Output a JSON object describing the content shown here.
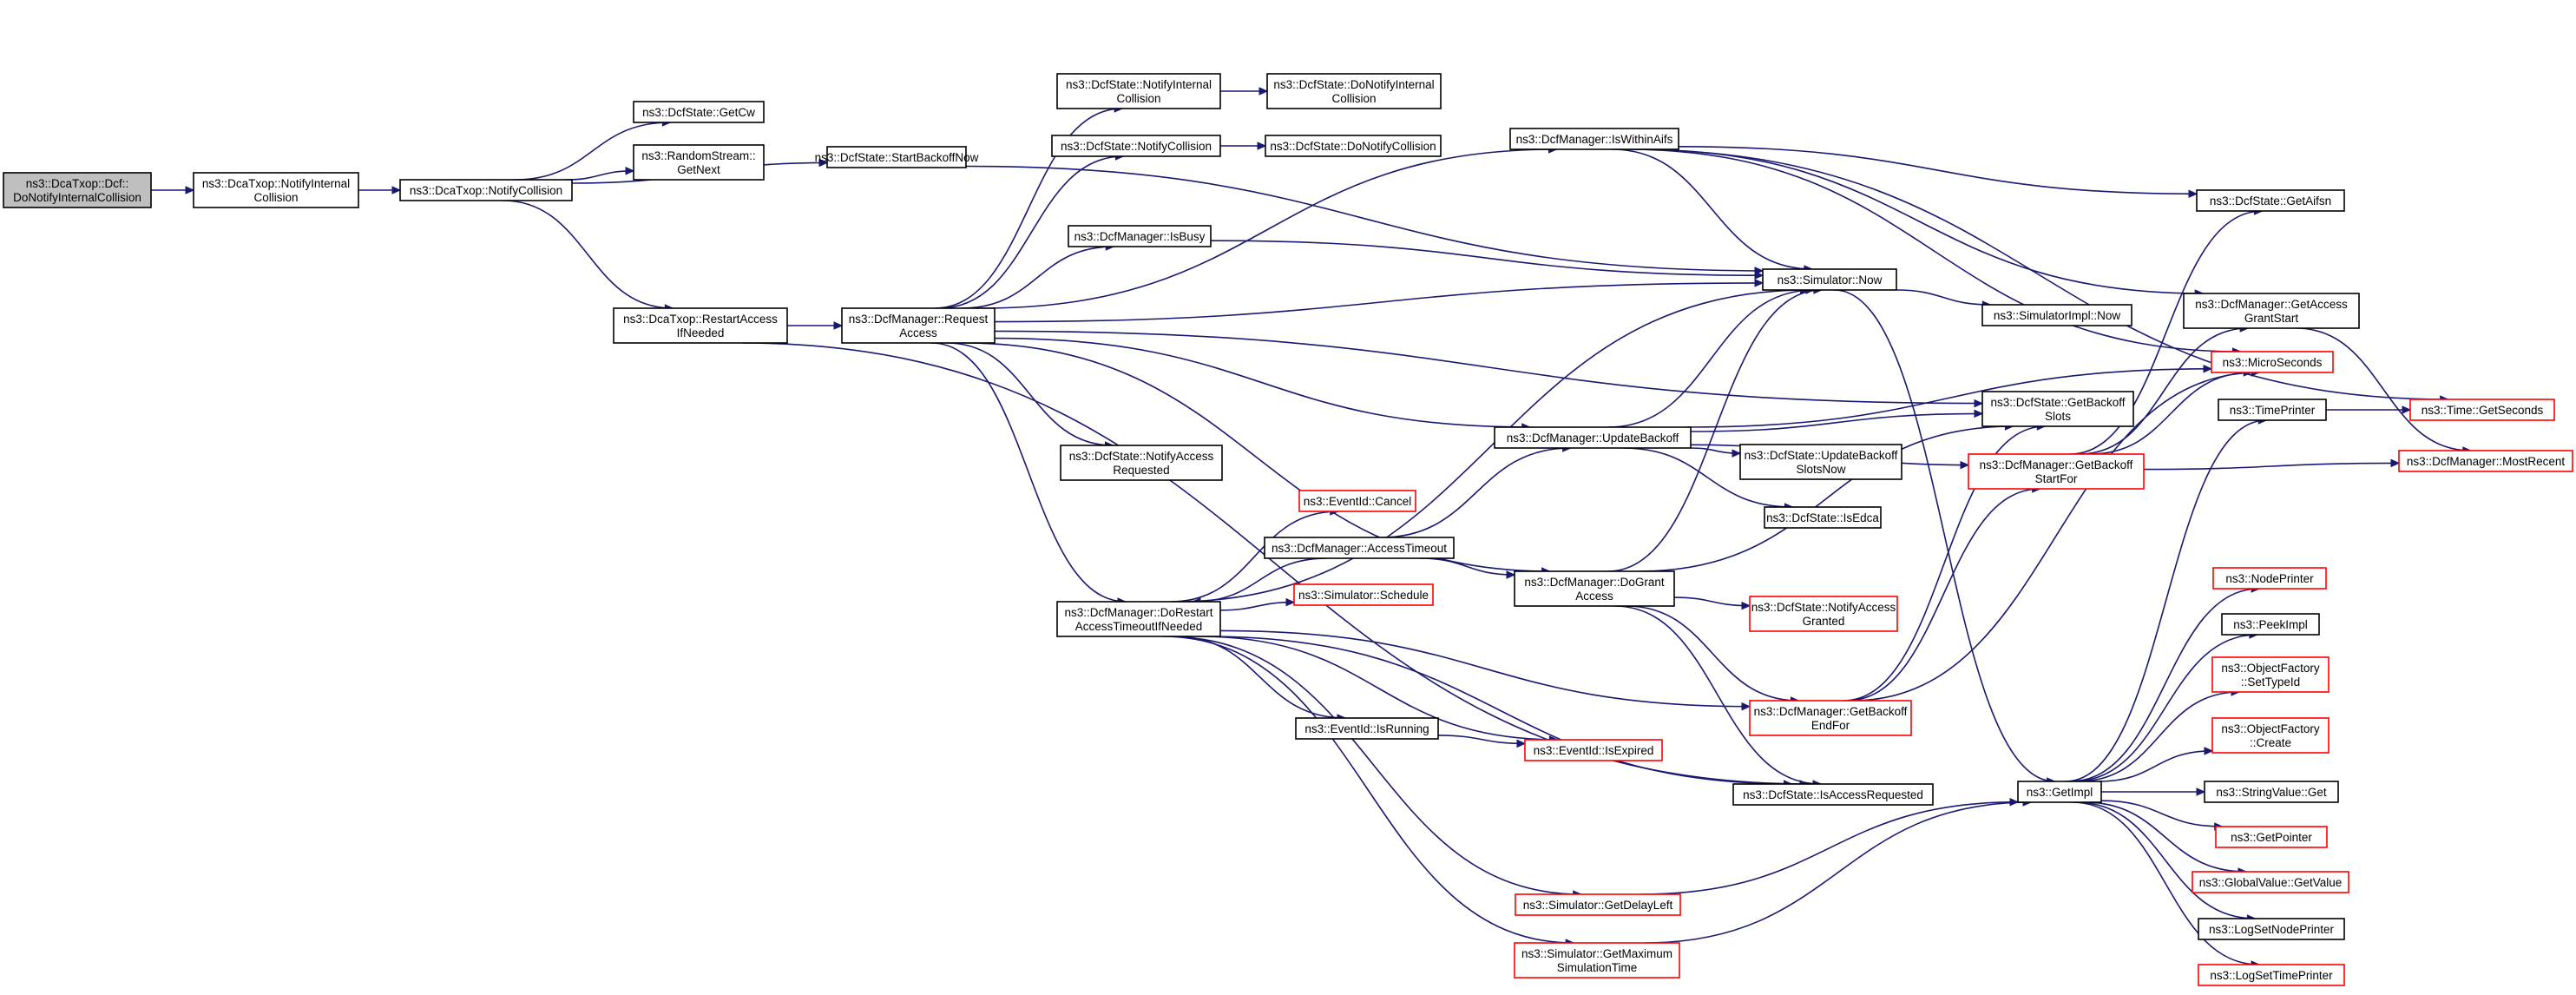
{
  "nodes": {
    "root": {
      "lines": [
        "ns3::DcaTxop::Dcf::",
        "DoNotifyInternalCollision"
      ]
    },
    "notifyInternal": {
      "lines": [
        "ns3::DcaTxop::NotifyInternal",
        "Collision"
      ]
    },
    "notifyCollision": {
      "lines": [
        "ns3::DcaTxop::NotifyCollision"
      ]
    },
    "getCw": {
      "lines": [
        "ns3::DcfState::GetCw"
      ]
    },
    "randomGetNext": {
      "lines": [
        "ns3::RandomStream::",
        "GetNext"
      ]
    },
    "restartAccess": {
      "lines": [
        "ns3::DcaTxop::RestartAccess",
        "IfNeeded"
      ]
    },
    "startBackoffNow": {
      "lines": [
        "ns3::DcfState::StartBackoffNow"
      ]
    },
    "requestAccess": {
      "lines": [
        "ns3::DcfManager::Request",
        "Access"
      ]
    },
    "stNotifyInternal": {
      "lines": [
        "ns3::DcfState::NotifyInternal",
        "Collision"
      ]
    },
    "stDoNotifyInternal": {
      "lines": [
        "ns3::DcfState::DoNotifyInternal",
        "Collision"
      ]
    },
    "stNotifyCollision": {
      "lines": [
        "ns3::DcfState::NotifyCollision"
      ]
    },
    "stDoNotifyCollision": {
      "lines": [
        "ns3::DcfState::DoNotifyCollision"
      ]
    },
    "isBusy": {
      "lines": [
        "ns3::DcfManager::IsBusy"
      ]
    },
    "isWithinAifs": {
      "lines": [
        "ns3::DcfManager::IsWithinAifs"
      ]
    },
    "simNow": {
      "lines": [
        "ns3::Simulator::Now"
      ]
    },
    "simImplNow": {
      "lines": [
        "ns3::SimulatorImpl::Now"
      ]
    },
    "getAifsn": {
      "lines": [
        "ns3::DcfState::GetAifsn"
      ]
    },
    "getAccessGrantStart": {
      "lines": [
        "ns3::DcfManager::GetAccess",
        "GrantStart"
      ]
    },
    "microSeconds": {
      "lines": [
        "ns3::MicroSeconds"
      ]
    },
    "timePrinter": {
      "lines": [
        "ns3::TimePrinter"
      ]
    },
    "timeGetSeconds": {
      "lines": [
        "ns3::Time::GetSeconds"
      ]
    },
    "mostRecent": {
      "lines": [
        "ns3::DcfManager::MostRecent"
      ]
    },
    "getBackoffSlots": {
      "lines": [
        "ns3::DcfState::GetBackoff",
        "Slots"
      ]
    },
    "updateBackoff": {
      "lines": [
        "ns3::DcfManager::UpdateBackoff"
      ]
    },
    "updateBackoffSlotsNow": {
      "lines": [
        "ns3::DcfState::UpdateBackoff",
        "SlotsNow"
      ]
    },
    "isEdca": {
      "lines": [
        "ns3::DcfState::IsEdca"
      ]
    },
    "getBackoffStartFor": {
      "lines": [
        "ns3::DcfManager::GetBackoff",
        "StartFor"
      ]
    },
    "notifyAccessRequested": {
      "lines": [
        "ns3::DcfState::NotifyAccess",
        "Requested"
      ]
    },
    "eventCancel": {
      "lines": [
        "ns3::EventId::Cancel"
      ]
    },
    "accessTimeout": {
      "lines": [
        "ns3::DcfManager::AccessTimeout"
      ]
    },
    "simSchedule": {
      "lines": [
        "ns3::Simulator::Schedule"
      ]
    },
    "doGrantAccess": {
      "lines": [
        "ns3::DcfManager::DoGrant",
        "Access"
      ]
    },
    "notifyAccessGranted": {
      "lines": [
        "ns3::DcfState::NotifyAccess",
        "Granted"
      ]
    },
    "doRestartTimeout": {
      "lines": [
        "ns3::DcfManager::DoRestart",
        "AccessTimeoutIfNeeded"
      ]
    },
    "getBackoffEndFor": {
      "lines": [
        "ns3::DcfManager::GetBackoff",
        "EndFor"
      ]
    },
    "eventIsRunning": {
      "lines": [
        "ns3::EventId::IsRunning"
      ]
    },
    "eventIsExpired": {
      "lines": [
        "ns3::EventId::IsExpired"
      ]
    },
    "isAccessRequested": {
      "lines": [
        "ns3::DcfState::IsAccessRequested"
      ]
    },
    "getImpl": {
      "lines": [
        "ns3::GetImpl"
      ]
    },
    "nodePrinter": {
      "lines": [
        "ns3::NodePrinter"
      ]
    },
    "peekImpl": {
      "lines": [
        "ns3::PeekImpl"
      ]
    },
    "setTypeId": {
      "lines": [
        "ns3::ObjectFactory",
        "::SetTypeId"
      ]
    },
    "ofCreate": {
      "lines": [
        "ns3::ObjectFactory",
        "::Create"
      ]
    },
    "stringValueGet": {
      "lines": [
        "ns3::StringValue::Get"
      ]
    },
    "getPointer": {
      "lines": [
        "ns3::GetPointer"
      ]
    },
    "globalValueGet": {
      "lines": [
        "ns3::GlobalValue::GetValue"
      ]
    },
    "logSetNodePrinter": {
      "lines": [
        "ns3::LogSetNodePrinter"
      ]
    },
    "logSetTimePrinter": {
      "lines": [
        "ns3::LogSetTimePrinter"
      ]
    },
    "simGetDelayLeft": {
      "lines": [
        "ns3::Simulator::GetDelayLeft"
      ]
    },
    "simGetMaxTime": {
      "lines": [
        "ns3::Simulator::GetMaximum",
        "SimulationTime"
      ]
    }
  },
  "colors": {
    "edge": "#191970",
    "red_border": "#ff0000",
    "root_fill": "#bfbfbf"
  }
}
